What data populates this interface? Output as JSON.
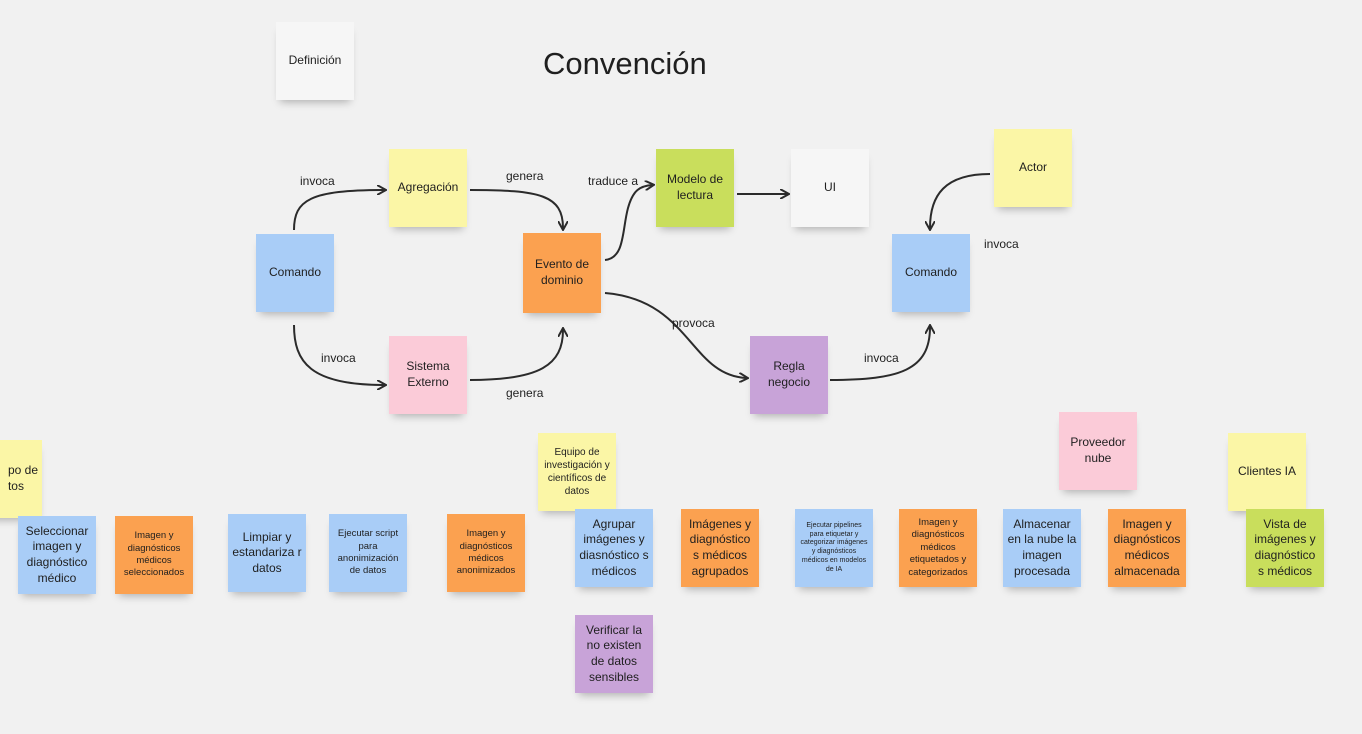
{
  "title": "Convención",
  "notes": {
    "definicion": "Definición",
    "comando_left": "Comando",
    "agregacion": "Agregación",
    "sistema_externo": "Sistema Externo",
    "evento_dominio": "Evento de dominio",
    "modelo_lectura": "Modelo de lectura",
    "ui": "UI",
    "actor": "Actor",
    "comando_right": "Comando",
    "regla_negocio": "Regla negocio",
    "equipo_datos_partial": "po de\ntos",
    "equipo_investigacion": "Equipo de investigación y científicos de datos",
    "proveedor_nube": "Proveedor nube",
    "clientes_ia": "Clientes IA",
    "seleccionar_imagen": "Seleccionar imagen y diagnóstico médico",
    "imagen_seleccionados": "Imagen y diagnósticos médicos seleccionados",
    "limpiar_datos": "Limpiar y estandariza r datos",
    "ejecutar_script": "Ejecutar script para anonimización de datos",
    "imagen_anonimizados": "Imagen y diagnósticos médicos anonimizados",
    "agrupar_imagenes": "Agrupar imágenes y diasnóstico s médicos",
    "imagenes_agrupados": "Imágenes y diagnóstico s médicos agrupados",
    "ejecutar_pipelines": "Ejecutar pipelines para etiquetar y categorizar imágenes y diagnósticos médicos en modelos de IA",
    "imagen_etiquetados": "Imagen y diagnósticos médicos etiquetados y categorizados",
    "almacenar_nube": "Almacenar en la nube la imagen procesada",
    "imagen_almacenada": "Imagen y diagnósticos médicos almacenada",
    "vista_imagenes": "Vista de imágenes y diagnóstico s médicos",
    "verificar": "Verificar la no existen de datos sensibles"
  },
  "labels": {
    "invoca_top": "invoca",
    "invoca_bottom": "invoca",
    "genera_top": "genera",
    "genera_bottom": "genera",
    "traduce_a": "traduce a",
    "provoca": "provoca",
    "invoca_regla": "invoca",
    "invoca_actor": "invoca"
  },
  "colors": {
    "yellow": "#fbf6a6",
    "blue": "#a9cdf7",
    "orange": "#fba150",
    "green": "#c9de5c",
    "pink": "#fbcbd8",
    "purple": "#c8a3d8",
    "white": "#f6f6f6",
    "arrow": "#2b2b2b"
  }
}
